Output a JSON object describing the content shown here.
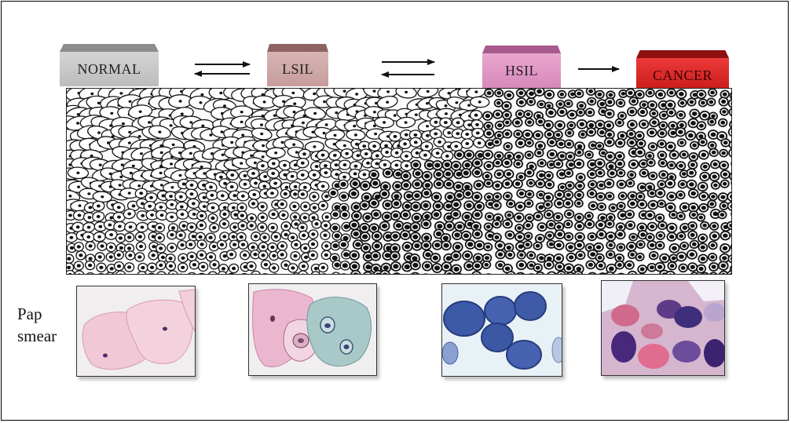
{
  "stages": {
    "normal": {
      "label": "NORMAL",
      "color": "#c8c8c8"
    },
    "lsil": {
      "label": "LSIL",
      "color": "#d0a8a8"
    },
    "hsil": {
      "label": "HSIL",
      "color": "#e09ac6"
    },
    "cancer": {
      "label": "CANCER",
      "color": "#d82020"
    }
  },
  "transitions": [
    {
      "from": "NORMAL",
      "to": "LSIL",
      "reversible": true
    },
    {
      "from": "LSIL",
      "to": "HSIL",
      "reversible": true
    },
    {
      "from": "HSIL",
      "to": "CANCER",
      "reversible": false
    }
  ],
  "pap_smear": {
    "label_line1": "Pap",
    "label_line2": "smear"
  }
}
